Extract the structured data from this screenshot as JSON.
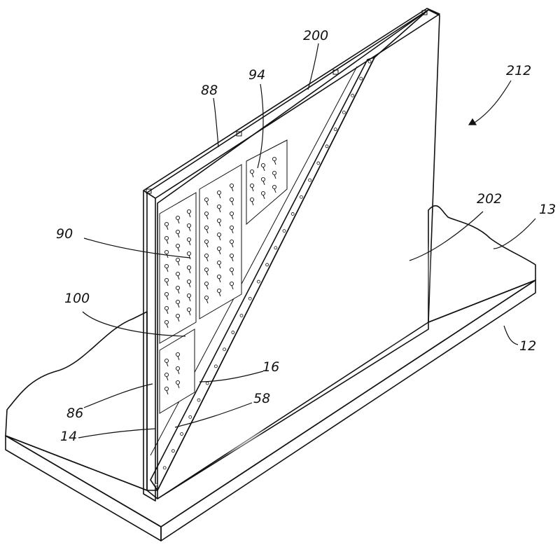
{
  "figure": {
    "labels": {
      "wall_top_frame": "200",
      "assembly": "212",
      "panel_region": "88",
      "connector": "94",
      "fastener_row": "90",
      "panel_divider": "100",
      "fill_region": "202",
      "ground": "13",
      "footing": "12",
      "mesh_strip": "16",
      "mesh_fasteners": "58",
      "panel_edge": "86",
      "base_frame": "14"
    }
  }
}
